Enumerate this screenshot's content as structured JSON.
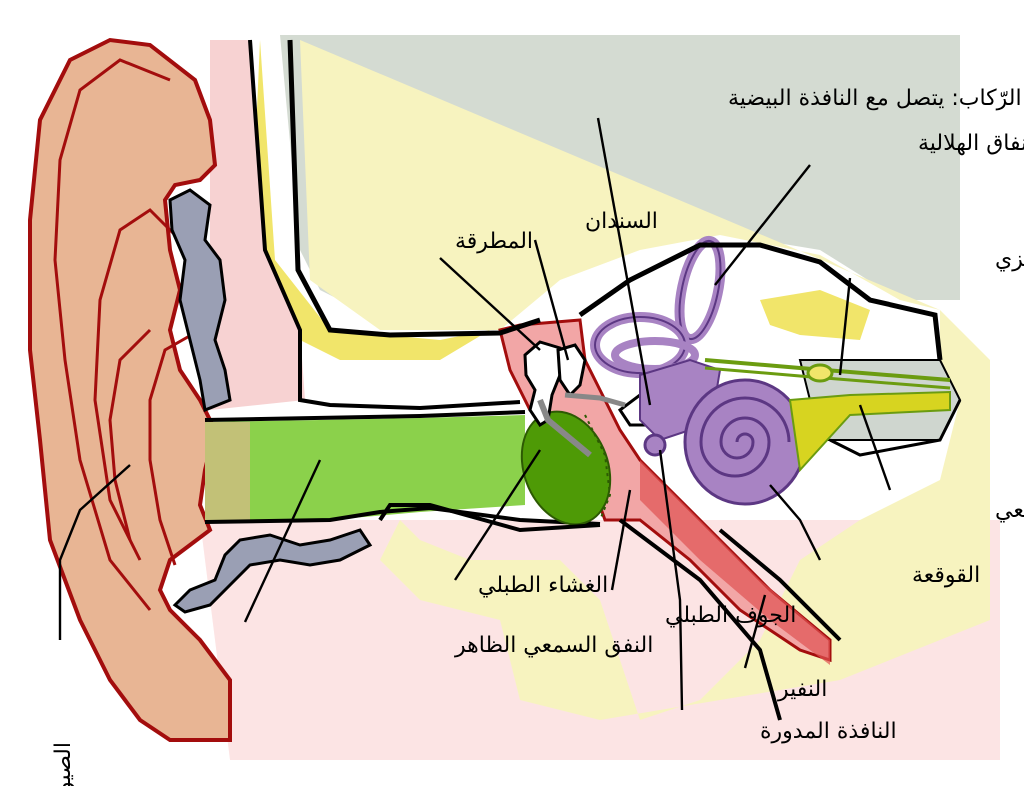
{
  "labels": {
    "stapes": "الرّكاب: يتصل مع النافذة البيضية",
    "semicircular_canals": "الأنفاق الهلالية",
    "incus": "السندان",
    "malleus": "المطرقة",
    "vestibular_nerve": "العصب الدهليزي",
    "cochlear_nerve": "العصب القوقعي",
    "cochlea": "القوقعة",
    "tympanic_membrane": "الغشاء الطبلي",
    "tympanic_cavity": "الجوف الطبلي",
    "ear_canal": "النفق السمعي الظاهر",
    "eustachian_tube": "النفير",
    "round_window": "النافذة المدورة",
    "auricle": "الصيوان"
  },
  "colors": {
    "skin": "#e8b594",
    "outline": "#a30d0d",
    "bone": "#f7f3bf",
    "bone_dark": "#f1e56a",
    "sky": "#d4dbd2",
    "canal_green": "#8bd14b",
    "membrane_green": "#4e9a06",
    "inner_purple": "#a883c3",
    "purple_outline": "#5c3783",
    "cavity_red": "#f2a6a6",
    "cartilage_gray": "#9a9fb4",
    "nerve_green": "#6b9c10"
  }
}
